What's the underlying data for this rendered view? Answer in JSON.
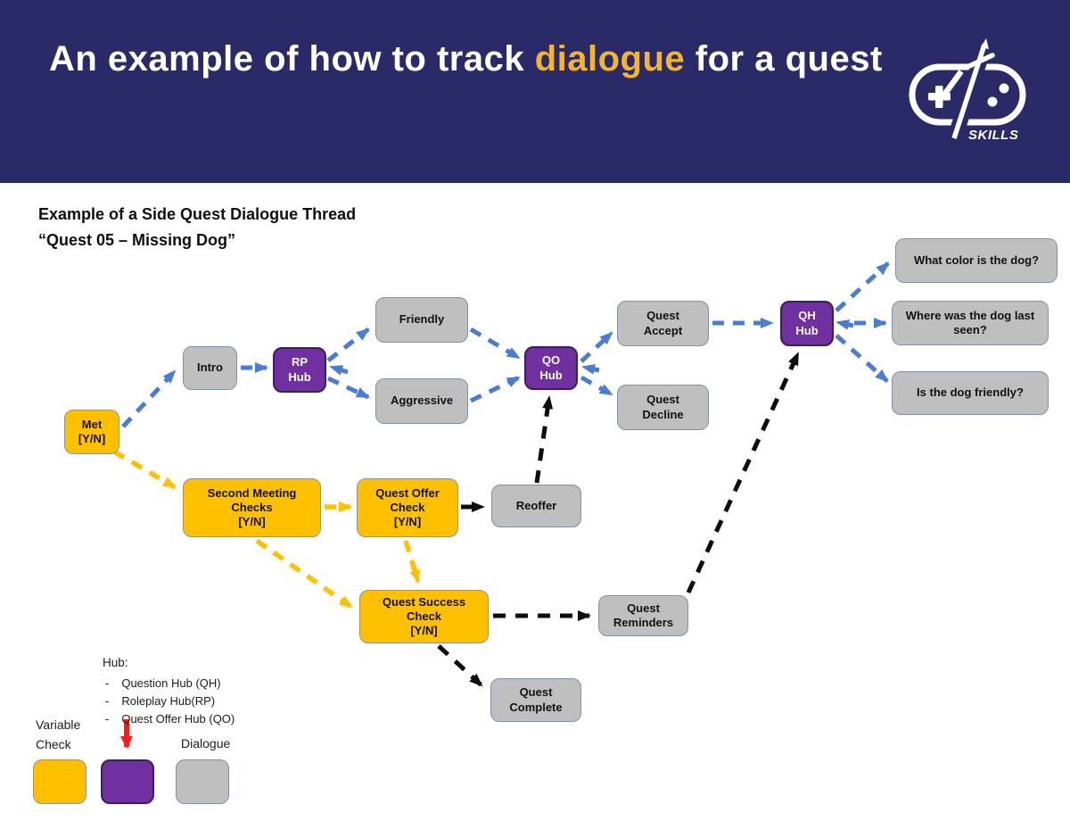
{
  "header": {
    "title_before": "An example of how to track ",
    "title_highlight": "dialogue",
    "title_after": " for a quest",
    "logo_text": "SKILLS",
    "bg_color": "#292a67",
    "highlight_color": "#f1b434"
  },
  "diagram": {
    "title_line1": "Example of a Side Quest Dialogue Thread",
    "title_line2": "“Quest 05 – Missing Dog”",
    "nodes": {
      "met": "Met\n[Y/N]",
      "intro": "Intro",
      "rp_hub": "RP\nHub",
      "friendly": "Friendly",
      "aggressive": "Aggressive",
      "qo_hub": "QO\nHub",
      "quest_accept": "Quest\nAccept",
      "quest_decline": "Quest\nDecline",
      "qh_hub": "QH\nHub",
      "q_color": "What color is the dog?",
      "q_seen": "Where was the dog last\nseen?",
      "q_friendly": "Is the dog friendly?",
      "second_meeting": "Second Meeting\nChecks\n[Y/N]",
      "quest_offer": "Quest Offer\nCheck\n[Y/N]",
      "reoffer": "Reoffer",
      "quest_success": "Quest Success\nCheck\n[Y/N]",
      "quest_reminders": "Quest\nReminders",
      "quest_complete": "Quest\nComplete"
    },
    "legend": {
      "hub_title": "Hub:",
      "bullet": "-",
      "hub_items": [
        "Question Hub (QH)",
        "Roleplay Hub(RP)",
        "Quest Offer Hub (QO)"
      ],
      "variable_check_label": "Variable\nCheck",
      "dialogue_label": "Dialogue"
    },
    "colors": {
      "variable_check": "#ffc000",
      "hub": "#7030a0",
      "dialogue": "#bfbfbf",
      "blue_arrow": "#4a7cd4",
      "yellow_arrow": "#ffc000",
      "black_arrow": "#0d0d0d",
      "red_arrow": "#fb1b1b"
    }
  }
}
